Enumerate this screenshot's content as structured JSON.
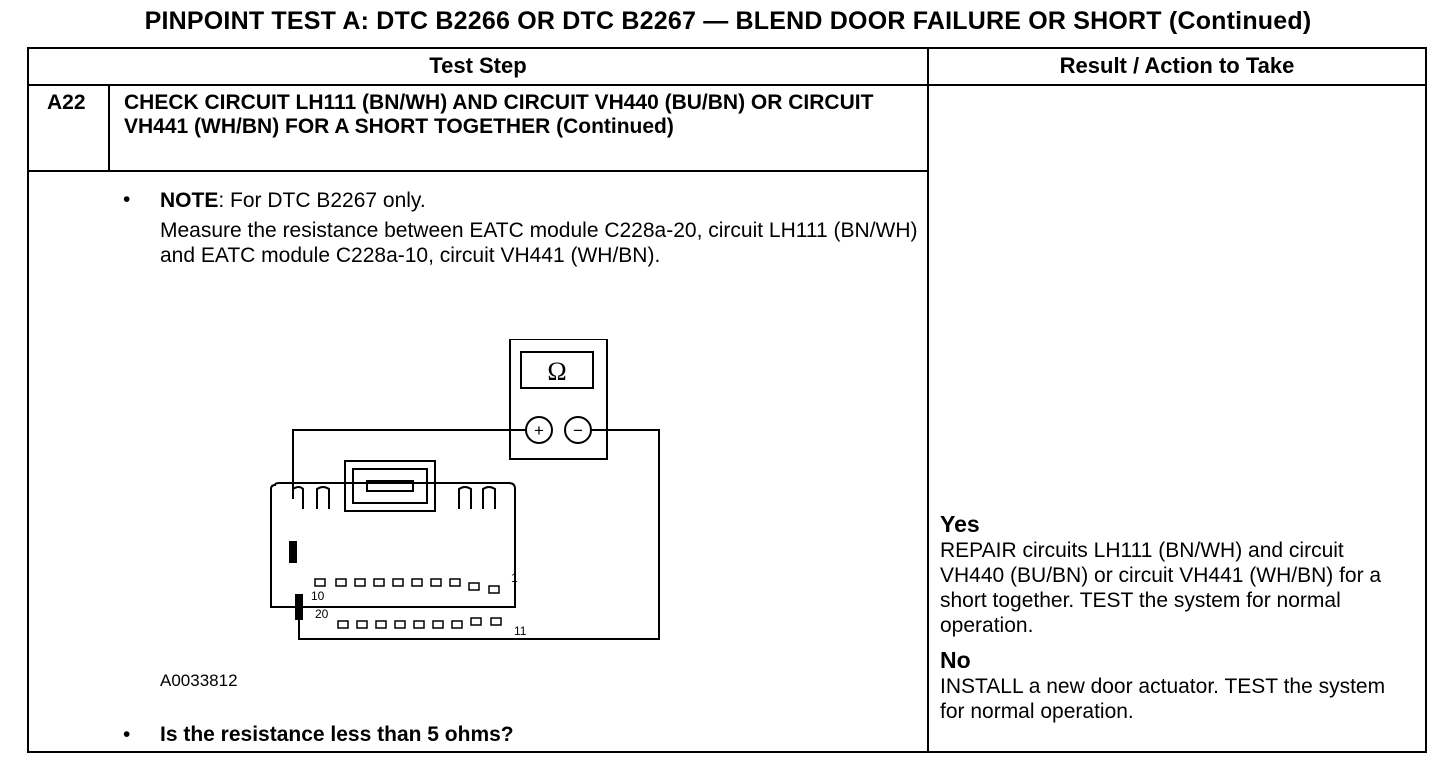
{
  "title": "PINPOINT TEST  A: DTC B2266 OR DTC B2267 — BLEND DOOR FAILURE OR SHORT (Continued)",
  "table": {
    "header_left": "Test Step",
    "header_right": "Result / Action to Take"
  },
  "step": {
    "id": "A22",
    "title": "CHECK CIRCUIT LH111 (BN/WH) AND CIRCUIT VH440 (BU/BN) OR CIRCUIT VH441 (WH/BN) FOR A SHORT TOGETHER (Continued)",
    "bullet": "•",
    "note_label": "NOTE",
    "note_text": ": For DTC B2267 only.",
    "measure_text": "Measure the resistance between EATC module C228a-20, circuit LH111 (BN/WH) and EATC module C228a-10, circuit VH441 (WH/BN).",
    "question": "Is the resistance less than 5 ohms?"
  },
  "figure": {
    "id": "A0033812",
    "meter_symbol": "Ω",
    "plus": "+",
    "minus": "−",
    "pin_10": "10",
    "pin_1": "1",
    "pin_20": "20",
    "pin_11": "11"
  },
  "results": {
    "yes_label": "Yes",
    "yes_text": "REPAIR circuits LH111 (BN/WH) and circuit VH440 (BU/BN) or circuit VH441 (WH/BN) for a short together. TEST the system for normal operation.",
    "no_label": "No",
    "no_text": "INSTALL a new door actuator. TEST the system for normal operation."
  }
}
